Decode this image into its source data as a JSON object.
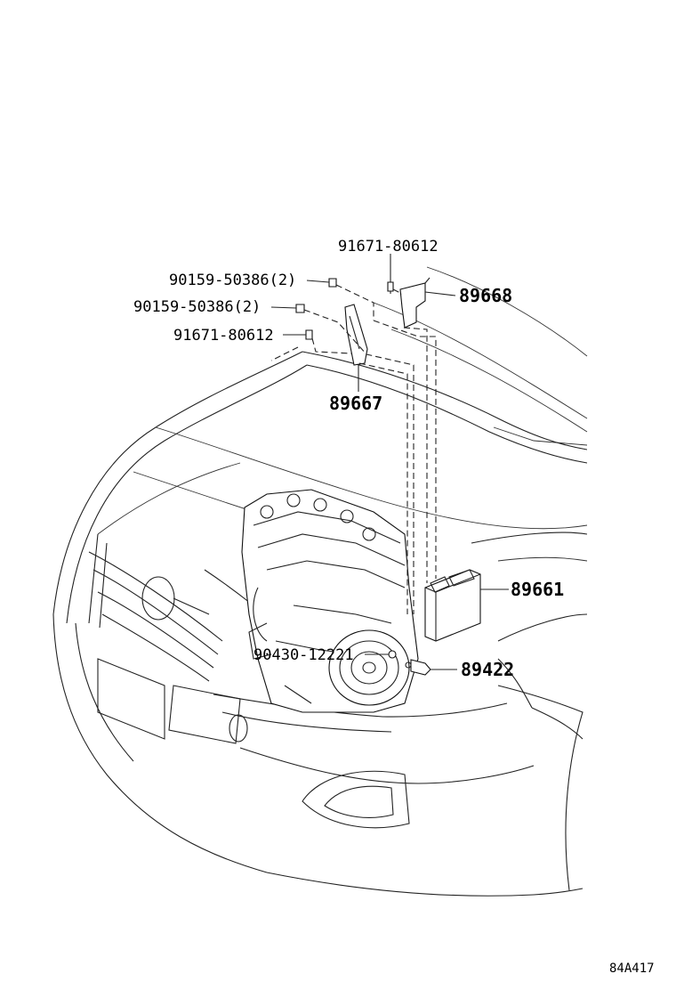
{
  "diagram": {
    "labels": {
      "bolt_top": "91671-80612",
      "bracket_right": "89668",
      "screw_a": "90159-50386(2)",
      "screw_b": "90159-50386(2)",
      "bolt_left": "91671-80612",
      "bracket_left": "89667",
      "ecu": "89661",
      "gasket": "90430-12221",
      "sensor": "89422",
      "code": "84A417"
    }
  }
}
